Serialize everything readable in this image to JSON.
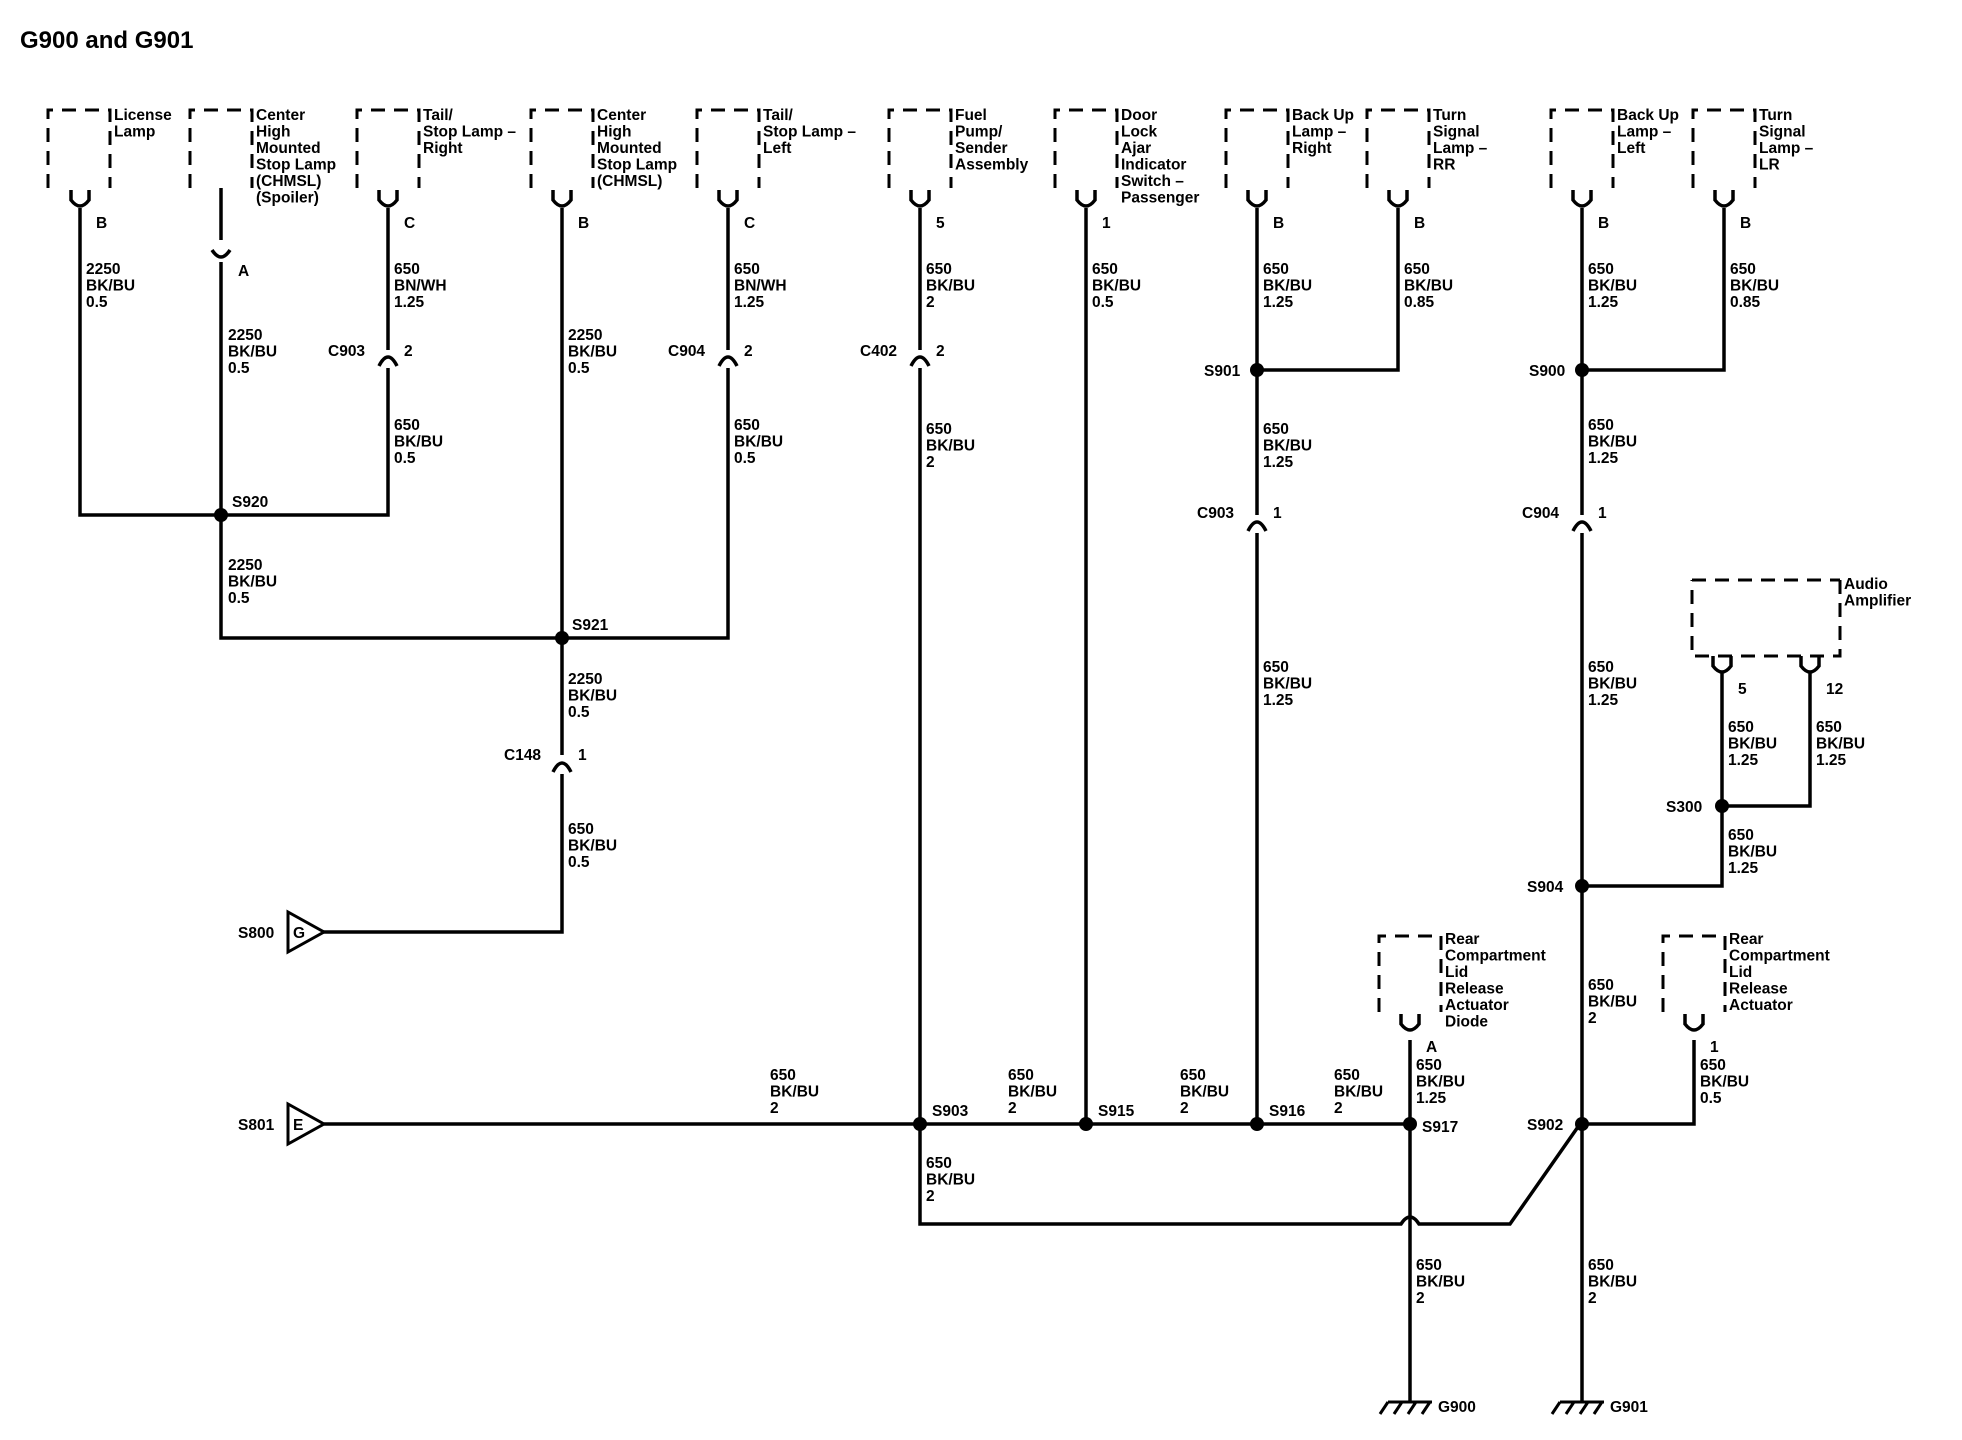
{
  "title": "G900 and G901",
  "components": {
    "license_lamp": "License|Lamp",
    "chmsl_spoiler": "Center|High|Mounted|Stop Lamp|(CHMSL)|(Spoiler)",
    "tail_stop_right": "Tail/|Stop Lamp –|Right",
    "chmsl": "Center|High|Mounted|Stop Lamp|(CHMSL)",
    "tail_stop_left": "Tail/|Stop Lamp –|Left",
    "fuel_pump": "Fuel|Pump/|Sender|Assembly",
    "door_lock": "Door|Lock|Ajar|Indicator|Switch –|Passenger",
    "backup_right": "Back Up|Lamp –|Right",
    "turn_rr": "Turn|Signal|Lamp –|RR",
    "backup_left": "Back Up|Lamp –|Left",
    "turn_lr": "Turn|Signal|Lamp –|LR",
    "audio_amp": "Audio|Amplifier",
    "lid_diode": "Rear|Compartment|Lid|Release|Actuator|Diode",
    "lid_actuator": "Rear|Compartment|Lid|Release|Actuator"
  },
  "pins": {
    "license_lamp": "B",
    "chmsl_spoiler": "A",
    "tail_stop_right": "C",
    "chmsl": "B",
    "tail_stop_left": "C",
    "fuel_pump": "5",
    "door_lock": "1",
    "backup_right": "B",
    "turn_rr": "B",
    "backup_left": "B",
    "turn_lr": "B",
    "audio_amp_a": "5",
    "audio_amp_b": "12",
    "lid_diode": "A",
    "lid_actuator": "1"
  },
  "connectors": {
    "c903a": "C903",
    "c903a_pin": "2",
    "c904a": "C904",
    "c904a_pin": "2",
    "c402": "C402",
    "c402_pin": "2",
    "c903b": "C903",
    "c903b_pin": "1",
    "c904b": "C904",
    "c904b_pin": "1",
    "c148": "C148",
    "c148_pin": "1"
  },
  "splices": {
    "s920": "S920",
    "s921": "S921",
    "s901": "S901",
    "s900": "S900",
    "s300": "S300",
    "s904": "S904",
    "s903": "S903",
    "s915": "S915",
    "s916": "S916",
    "s917": "S917",
    "s902": "S902"
  },
  "inline": {
    "s800": "S800",
    "s800_letter": "G",
    "s801": "S801",
    "s801_letter": "E"
  },
  "grounds": {
    "g900": "G900",
    "g901": "G901"
  },
  "wires": {
    "w_license": "2250|BK/BU|0.5",
    "w_chmsl_spoiler": "2250|BK/BU|0.5",
    "w_tail_right_top": "650|BN/WH|1.25",
    "w_tail_right_bot": "650|BK/BU|0.5",
    "w_chmsl_top": "2250|BK/BU|0.5",
    "w_tail_left_top": "650|BN/WH|1.25",
    "w_tail_left_bot": "650|BK/BU|0.5",
    "w_s920_down": "2250|BK/BU|0.5",
    "w_s921_down": "2250|BK/BU|0.5",
    "w_c148_down": "650|BK/BU|0.5",
    "w_fuel_top": "650|BK/BU|2",
    "w_fuel_bot": "650|BK/BU|2",
    "w_door": "650|BK/BU|0.5",
    "w_backup_right": "650|BK/BU|1.25",
    "w_turn_rr": "650|BK/BU|0.85",
    "w_s901_down": "650|BK/BU|1.25",
    "w_c903b_down": "650|BK/BU|1.25",
    "w_backup_left": "650|BK/BU|1.25",
    "w_turn_lr": "650|BK/BU|0.85",
    "w_s900_down": "650|BK/BU|1.25",
    "w_c904b_down": "650|BK/BU|1.25",
    "w_amp_5": "650|BK/BU|1.25",
    "w_amp_12": "650|BK/BU|1.25",
    "w_s300_down": "650|BK/BU|1.25",
    "w_s904_down": "650|BK/BU|2",
    "w_lid_diode": "650|BK/BU|1.25",
    "w_lid_actuator": "650|BK/BU|0.5",
    "w_s801_s903": "650|BK/BU|2",
    "w_s903_s915": "650|BK/BU|2",
    "w_s915_s916": "650|BK/BU|2",
    "w_s916_s917": "650|BK/BU|2",
    "w_s903_down": "650|BK/BU|2",
    "w_g900": "650|BK/BU|2",
    "w_g901": "650|BK/BU|2"
  }
}
